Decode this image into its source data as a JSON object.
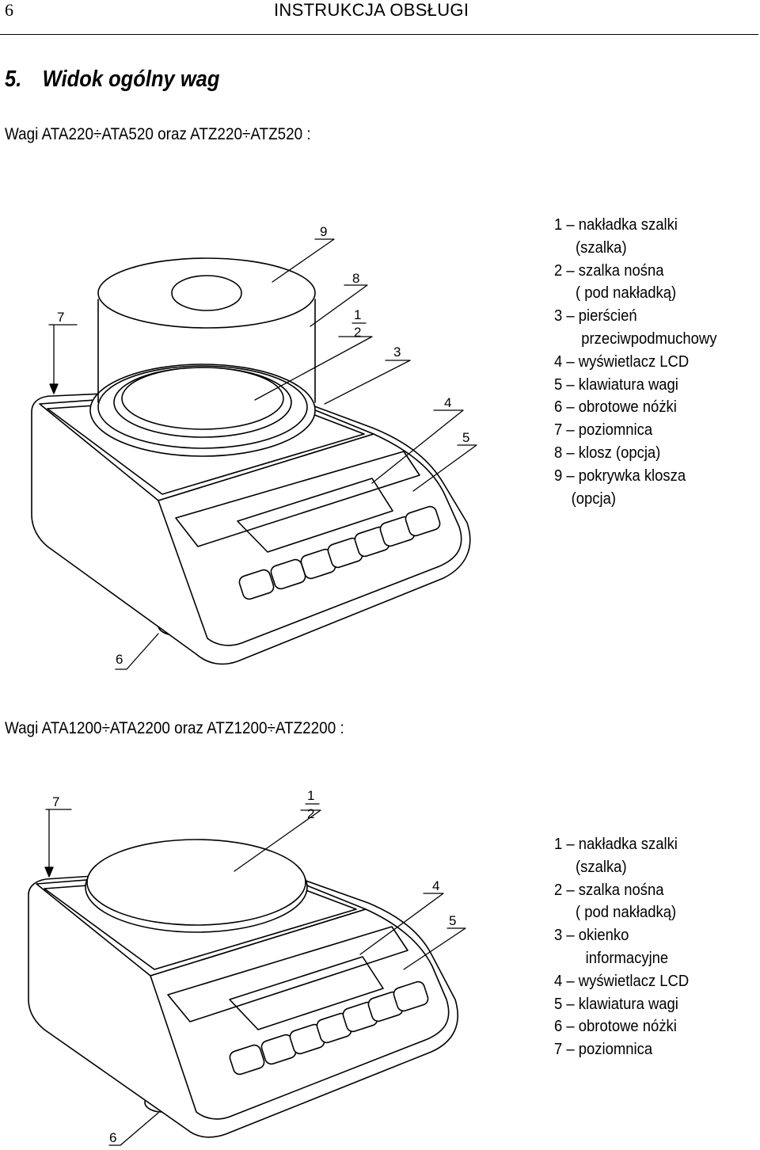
{
  "header": {
    "page_number": "6",
    "title": "INSTRUKCJA OBSŁUGI"
  },
  "section": {
    "number": "5.",
    "title": "Widok ogólny wag"
  },
  "figure1": {
    "caption": "Wagi ATA220÷ATA520 oraz ATZ220÷ATZ520  :",
    "callouts": {
      "c9": "9",
      "c8": "8",
      "c7": "7",
      "c1": "1",
      "c2": "2",
      "c3": "3",
      "c4": "4",
      "c5": "5",
      "c6": "6"
    },
    "legend": [
      {
        "text": "1 – nakładka szalki",
        "cont": "(szalka)"
      },
      {
        "text": "2 – szalka nośna",
        "cont": "( pod nakładką)"
      },
      {
        "text": "3 – pierścień",
        "cont": "przeciwpodmuchowy"
      },
      {
        "text": "4 – wyświetlacz LCD"
      },
      {
        "text": "5 – klawiatura wagi"
      },
      {
        "text": "6 – obrotowe nóżki"
      },
      {
        "text": "7 – poziomnica"
      },
      {
        "text": "8 – klosz (opcja)"
      },
      {
        "text": "9 – pokrywka klosza",
        "cont": "(opcja)"
      }
    ]
  },
  "figure2": {
    "caption": "Wagi ATA1200÷ATA2200 oraz ATZ1200÷ATZ2200 :",
    "callouts": {
      "c7": "7",
      "c1": "1",
      "c2": "2",
      "c4": "4",
      "c5": "5",
      "c6": "6"
    },
    "legend": [
      {
        "text": "1 – nakładka szalki",
        "cont": "(szalka)"
      },
      {
        "text": "2 – szalka nośna",
        "cont": "( pod nakładką)"
      },
      {
        "text": "3 – okienko",
        "cont": "informacyjne"
      },
      {
        "text": "4 – wyświetlacz LCD"
      },
      {
        "text": "5 – klawiatura wagi"
      },
      {
        "text": "6 – obrotowe nóżki"
      },
      {
        "text": "7 – poziomnica"
      }
    ]
  }
}
